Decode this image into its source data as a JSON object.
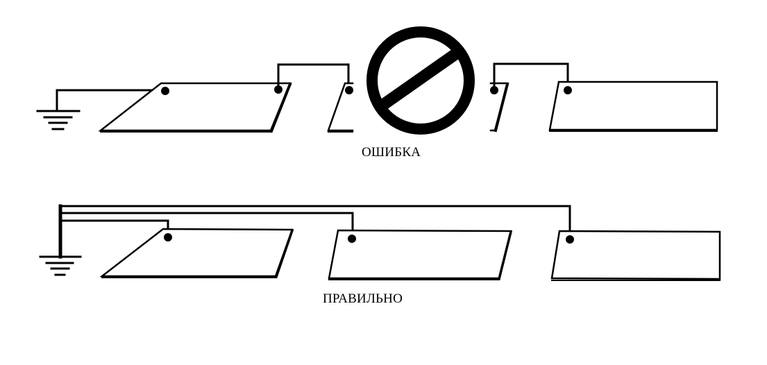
{
  "diagram": {
    "type": "grounding-wiring-comparison",
    "colors": {
      "line": "#000000",
      "background": "#ffffff",
      "plate_fill": "#ffffff"
    },
    "top": {
      "label": "ОШИБКА",
      "description": "Daisy-chained grounding: plates connected in series from one to the next",
      "prohibited_icon": "no-entry-icon"
    },
    "bottom": {
      "label": "ПРАВИЛЬНО",
      "description": "Star grounding: each plate wired individually to the ground point"
    }
  }
}
